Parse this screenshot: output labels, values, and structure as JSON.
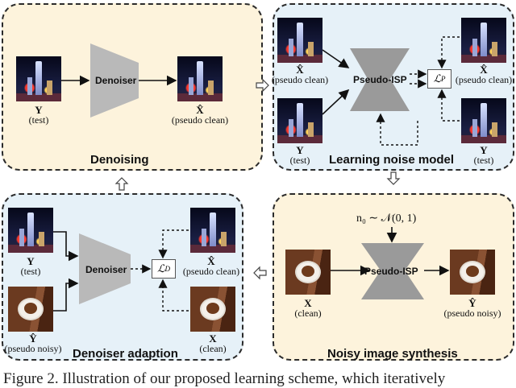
{
  "panels": {
    "denoising": {
      "title": "Denoising"
    },
    "learning": {
      "title": "Learning noise model"
    },
    "adaption": {
      "title": "Denoiser adaption"
    },
    "synthesis": {
      "title": "Noisy image synthesis"
    }
  },
  "nodes": {
    "denoiser": "Denoiser",
    "pseudo_isp": "Pseudo-ISP",
    "loss": "ℒ"
  },
  "labels": {
    "y_sym": "Y",
    "test": "(test)",
    "xhat_sym": "X̂",
    "pseudo_clean": "(pseudo clean)",
    "x_sym": "X",
    "clean": "(clean)",
    "yhat_sym": "Ŷ",
    "pseudo_noisy": "(pseudo noisy)",
    "loss_sub": "P",
    "loss_sub_d": "D"
  },
  "noise_eq": "n₀ ∼ 𝒩(0, 1)",
  "caption": "Figure 2. Illustration of our proposed learning scheme, which iteratively"
}
